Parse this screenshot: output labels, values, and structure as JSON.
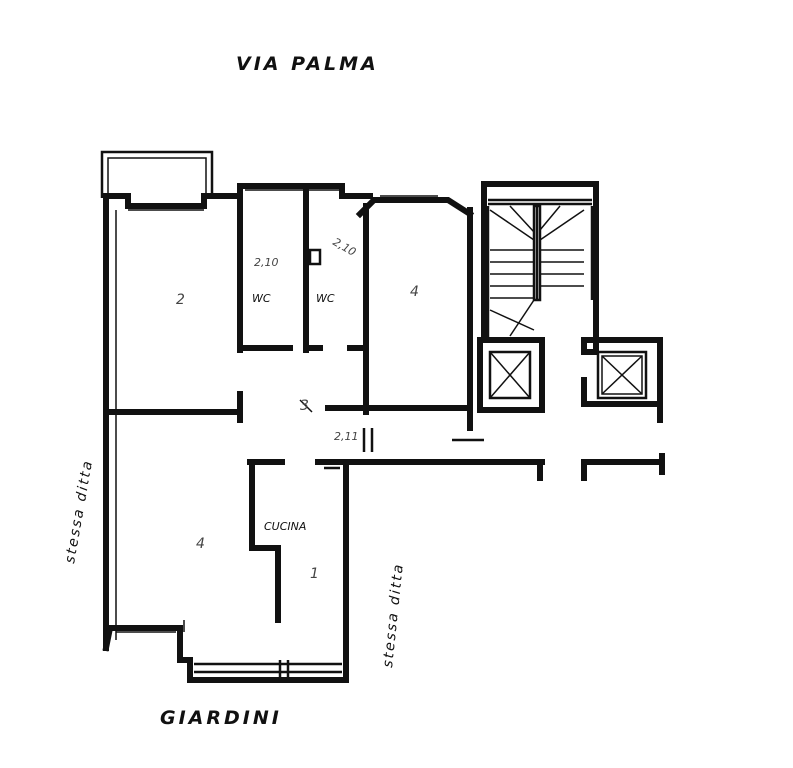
{
  "labels": {
    "street_top": "VIA PALMA",
    "garden_bottom": "GIARDINI",
    "neighbour_left": "stessa ditta",
    "neighbour_right": "stessa ditta",
    "wc_1": "WC",
    "wc_2": "WC",
    "kitchen": "CUCINA",
    "room_top_left": "2",
    "room_top_right": "4",
    "room_bottom_left": "4",
    "kitchen_height": "1",
    "hall": "3",
    "hall_height": "2,11",
    "wc_1_height": "2,10",
    "wc_2_height": "2,10"
  }
}
